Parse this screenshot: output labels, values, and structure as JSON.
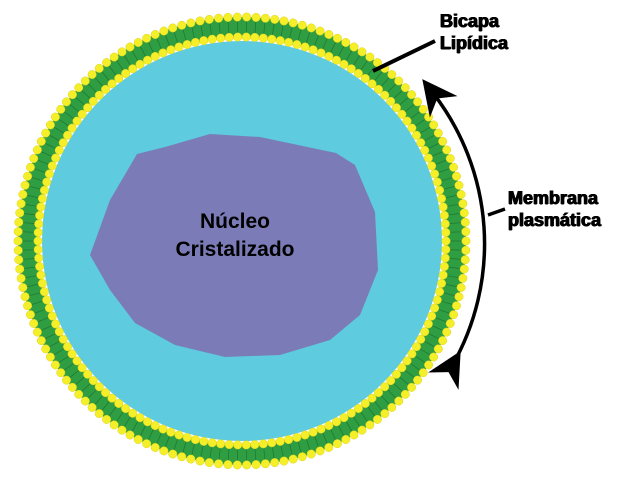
{
  "diagram": {
    "title": "Célula con núcleo cristalizado",
    "colors": {
      "cytoplasm": "#5ecbde",
      "nucleus": "#7b7cb7",
      "lipid_head": "#f5ef2a",
      "lipid_tail": "#2f9e43",
      "arrow": "#000000"
    },
    "labels": {
      "bilayer_line1": "Bicapa",
      "bilayer_line2": "Lipídica",
      "membrane_line1": "Membrana",
      "membrane_line2": "plasmática",
      "nucleus_line1": "Núcleo",
      "nucleus_line2": "Cristalizado"
    }
  }
}
